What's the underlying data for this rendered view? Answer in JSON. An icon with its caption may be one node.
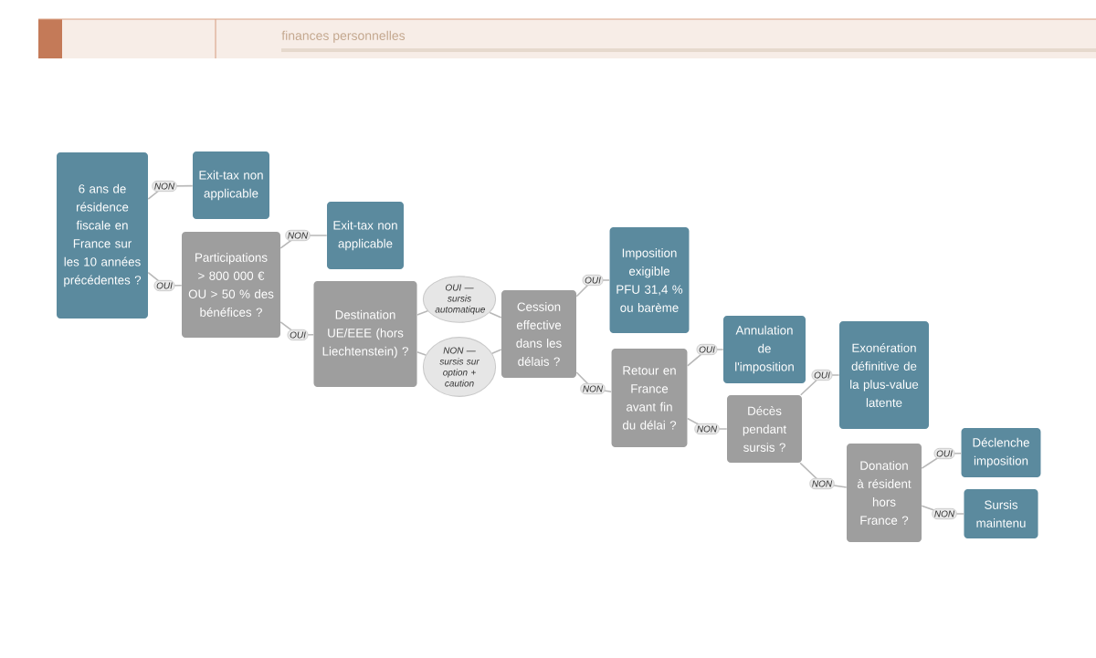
{
  "diagram": {
    "nodes": [
      {
        "text": [
          "6 ans de résidence fiscale en France sur les 10 années précédentes ?"
        ]
      },
      {
        "text": [
          "Exit-tax non applicable"
        ]
      },
      {
        "text": [
          "Participations > 800 000 € OU > 50 % des bénéfices ?"
        ]
      },
      {
        "text": [
          "Exit-tax non applicable"
        ]
      },
      {
        "text": [
          "Destination UE/EEE (hors Liechtenstein) ?"
        ]
      },
      {
        "text": [
          "OUI — sursis automatique"
        ]
      },
      {
        "text": [
          "NON — sursis sur option + caution"
        ]
      },
      {
        "text": [
          "Cession effective dans les délais ?"
        ]
      },
      {
        "text": [
          "Imposition exigible PFU 31,4 % ou barème"
        ]
      },
      {
        "text": [
          "Retour en France avant fin du délai ?"
        ]
      },
      {
        "text": [
          "Annulation de l'imposition"
        ]
      },
      {
        "text": [
          "Décès pendant sursis ?"
        ]
      },
      {
        "text": [
          "Exonération définitive de la plus-value latente"
        ]
      },
      {
        "text": [
          "Donation à résident hors France ?"
        ]
      },
      {
        "text": [
          "Déclenche imposition"
        ]
      },
      {
        "text": [
          "Sursis maintenu"
        ]
      }
    ],
    "edges": [
      {
        "from": 0,
        "to": 1,
        "arrow": "none",
        "label": "NON"
      },
      {
        "from": 0,
        "to": 2,
        "arrow": "none",
        "label": "OUI"
      },
      {
        "from": 2,
        "to": 3,
        "arrow": "none",
        "label": "NON"
      },
      {
        "from": 2,
        "to": 4,
        "arrow": "none",
        "label": "OUI"
      },
      {
        "from": 4,
        "to": 5,
        "arrow": "none"
      },
      {
        "from": 4,
        "to": 6,
        "arrow": "none"
      },
      {
        "from": 5,
        "to": 7,
        "arrow": "none"
      },
      {
        "from": 6,
        "to": 7,
        "arrow": "none"
      },
      {
        "from": 7,
        "to": 8,
        "arrow": "none",
        "label": "OUI"
      },
      {
        "from": 7,
        "to": 9,
        "arrow": "none",
        "label": "NON"
      },
      {
        "from": 9,
        "to": 10,
        "arrow": "none",
        "label": "OUI"
      },
      {
        "from": 9,
        "to": 11,
        "arrow": "none",
        "label": "NON"
      },
      {
        "from": 11,
        "to": 12,
        "arrow": "none",
        "label": "OUI"
      },
      {
        "from": 11,
        "to": 13,
        "arrow": "none",
        "label": "NON"
      },
      {
        "from": 13,
        "to": 14,
        "arrow": "none",
        "label": "OUI"
      },
      {
        "from": 13,
        "to": 15,
        "arrow": "none",
        "label": "NON"
      }
    ],
    "labels": [
      "finances personnelles"
    ]
  }
}
